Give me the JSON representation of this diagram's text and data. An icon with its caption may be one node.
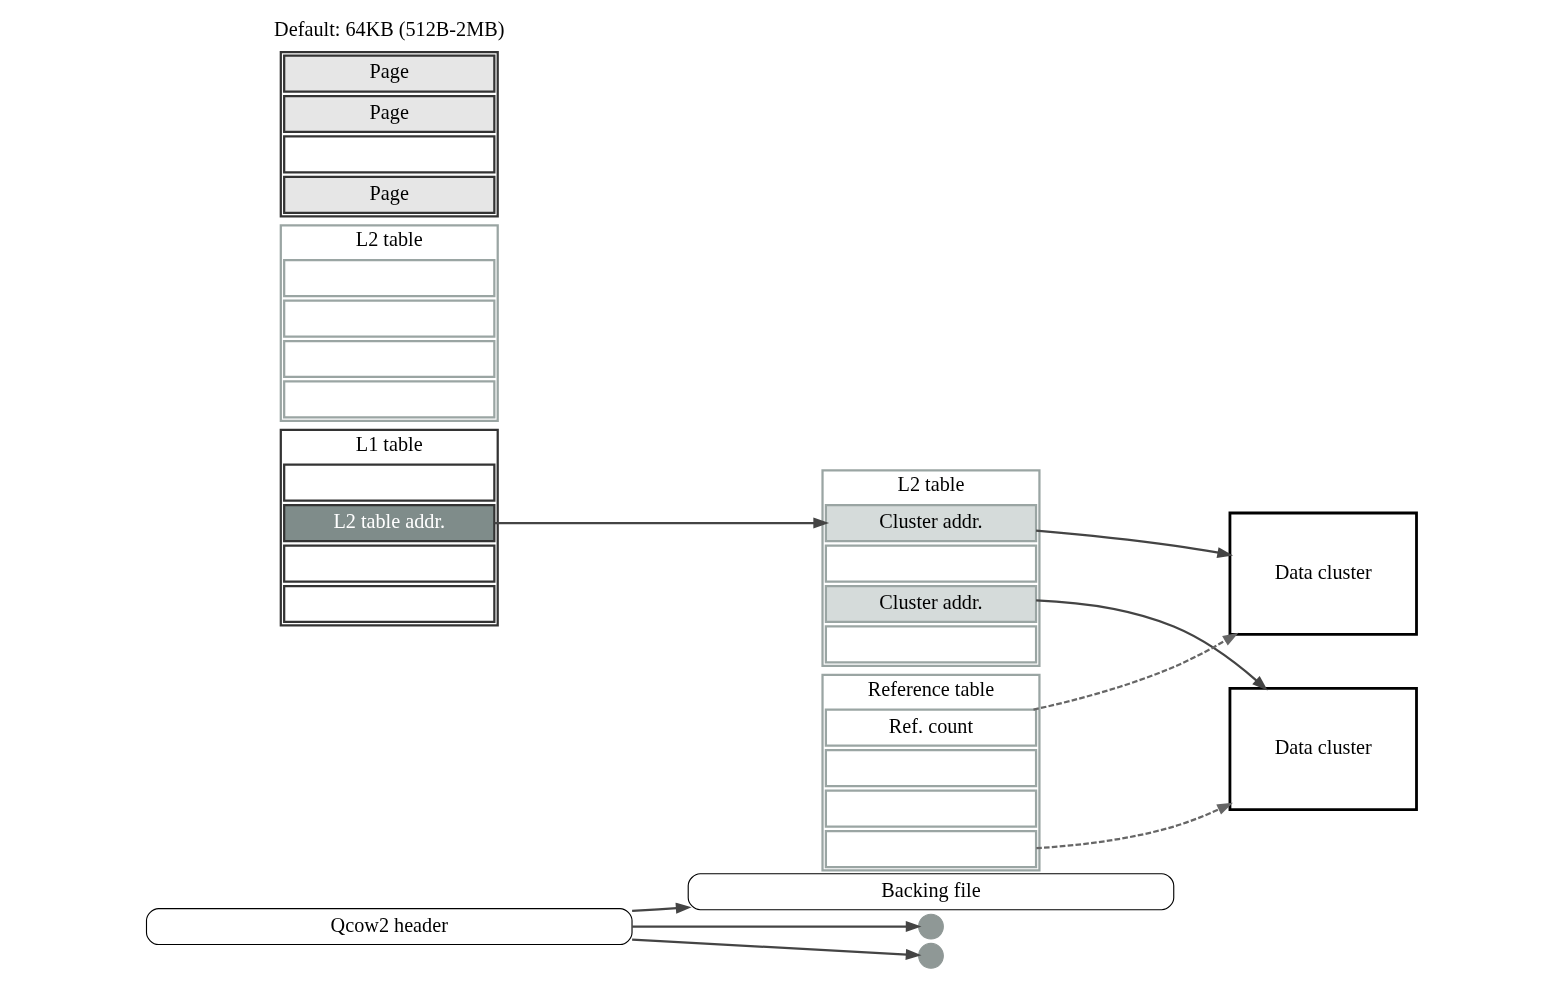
{
  "diagram": {
    "nodes": [
      {
        "text": [
          "Backing file"
        ]
      },
      {
        "text": [
          "Qcow2 header"
        ]
      },
      {
        "text": [],
        "shape": "circle"
      },
      {
        "text": [
          "L1 table"
        ]
      },
      {
        "text": [],
        "shape": "box",
        "in": 3
      },
      {
        "text": [
          "L2 table addr."
        ],
        "in": 3
      },
      {
        "text": [],
        "shape": "box",
        "in": 3
      },
      {
        "text": [],
        "shape": "box",
        "in": 3
      },
      {
        "text": [
          "L2 table"
        ]
      },
      {
        "text": [
          "Cluster addr."
        ],
        "in": 8
      },
      {
        "text": [],
        "shape": "box",
        "in": 8
      },
      {
        "text": [
          "Cluster addr."
        ],
        "in": 8
      },
      {
        "text": [],
        "shape": "box",
        "in": 8
      },
      {
        "text": [],
        "shape": "circle"
      },
      {
        "text": [
          "Reference table"
        ]
      },
      {
        "text": [
          "Ref. count"
        ],
        "in": 14
      },
      {
        "text": [],
        "shape": "box",
        "in": 14
      },
      {
        "text": [],
        "shape": "box",
        "in": 14
      },
      {
        "text": [],
        "shape": "box",
        "in": 14
      },
      {
        "text": [
          "Data cluster"
        ]
      },
      {
        "text": [
          "Data cluster"
        ]
      },
      {
        "text": [
          "L2 table"
        ]
      },
      {
        "text": [],
        "shape": "box",
        "in": 21
      },
      {
        "text": [],
        "shape": "box",
        "in": 21
      },
      {
        "text": [],
        "shape": "box",
        "in": 21
      },
      {
        "text": [],
        "shape": "box",
        "in": 21
      },
      {
        "text": [],
        "shape": "box",
        "beside": [
          "Default: 64KB (512B-2MB)"
        ]
      },
      {
        "text": [
          "Page"
        ],
        "in": 26
      },
      {
        "text": [
          "Page"
        ],
        "in": 26
      },
      {
        "text": [],
        "shape": "box",
        "in": 26
      },
      {
        "text": [
          "Page"
        ],
        "in": 26
      }
    ],
    "edges": [
      {
        "from": 1,
        "to": 0,
        "arrow": "to"
      },
      {
        "from": 1,
        "to": 2,
        "arrow": "to"
      },
      {
        "from": 1,
        "to": 13,
        "arrow": "to"
      },
      {
        "from": 5,
        "to": 9,
        "arrow": "to"
      },
      {
        "from": 9,
        "to": 19,
        "arrow": "to"
      },
      {
        "from": 11,
        "to": 20,
        "arrow": "to"
      },
      {
        "from": 15,
        "to": 19,
        "arrow": "to",
        "style": "dashed"
      },
      {
        "from": 18,
        "to": 20,
        "arrow": "to",
        "style": "dashed"
      }
    ]
  }
}
